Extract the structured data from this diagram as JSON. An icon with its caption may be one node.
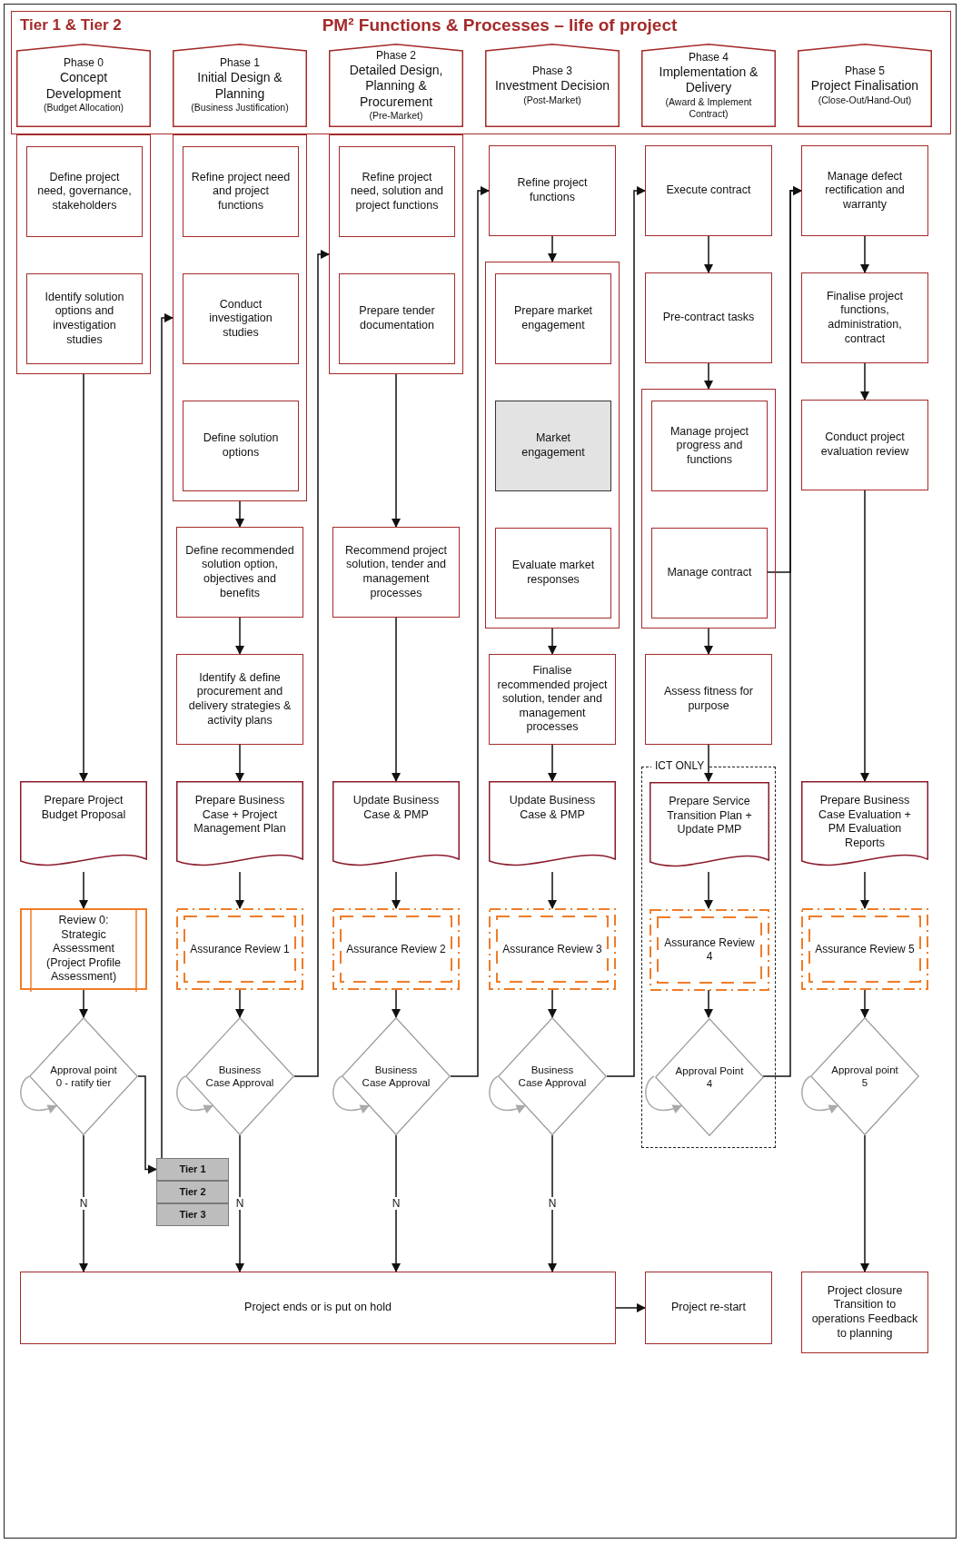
{
  "diagram": {
    "title": "PM² Functions & Processes – life of project",
    "labels": [
      "Tier 1 & Tier 2"
    ],
    "nodes": [
      {
        "text": [
          "Phase 0",
          "Concept Development",
          "(Budget Allocation)"
        ]
      },
      {
        "text": [
          "Phase 1",
          "Initial Design & Planning",
          "(Business Justification)"
        ]
      },
      {
        "text": [
          "Phase 2",
          "Detailed Design, Planning & Procurement",
          "(Pre-Market)"
        ]
      },
      {
        "text": [
          "Phase 3",
          "Investment Decision",
          "(Post-Market)"
        ]
      },
      {
        "text": [
          "Phase 4",
          "Implementation & Delivery",
          "(Award & Implement Contract)"
        ]
      },
      {
        "text": [
          "Phase 5",
          "Project Finalisation",
          "(Close-Out/Hand-Out)"
        ]
      },
      {
        "text": [],
        "shape": "box"
      },
      {
        "text": [
          "Define project need, governance, stakeholders"
        ],
        "in": 6
      },
      {
        "text": [
          "Identify solution options and investigation studies"
        ],
        "in": 6
      },
      {
        "text": [
          "Prepare Project Budget Proposal"
        ]
      },
      {
        "text": [
          "Review 0: Strategic Assessment (Project Profile Assessment)"
        ]
      },
      {
        "text": [
          "Approval point 0 - ratify tier"
        ]
      },
      {
        "text": [
          "Tier 1"
        ]
      },
      {
        "text": [
          "Tier 2"
        ]
      },
      {
        "text": [
          "Tier 3"
        ]
      },
      {
        "text": [],
        "shape": "box"
      },
      {
        "text": [
          "Refine project need and project functions"
        ],
        "in": 15
      },
      {
        "text": [
          "Conduct investigation studies"
        ],
        "in": 15
      },
      {
        "text": [
          "Define solution options"
        ],
        "in": 15
      },
      {
        "text": [
          "Define recommended solution option, objectives and benefits"
        ]
      },
      {
        "text": [
          "Identify & define procurement and delivery strategies & activity plans"
        ]
      },
      {
        "text": [
          "Prepare Business Case + Project Management Plan"
        ]
      },
      {
        "text": [
          "Assurance Review 1"
        ]
      },
      {
        "text": [
          "Business Case Approval"
        ]
      },
      {
        "text": [],
        "shape": "box"
      },
      {
        "text": [
          "Refine project need, solution and project functions"
        ],
        "in": 24
      },
      {
        "text": [
          "Prepare tender documentation"
        ],
        "in": 24
      },
      {
        "text": [
          "Recommend project solution, tender and management processes"
        ]
      },
      {
        "text": [
          "Update Business Case & PMP"
        ]
      },
      {
        "text": [
          "Assurance Review 2"
        ]
      },
      {
        "text": [
          "Business Case Approval"
        ]
      },
      {
        "text": [
          "Refine project functions"
        ]
      },
      {
        "text": [],
        "shape": "box"
      },
      {
        "text": [
          "Prepare market engagement"
        ],
        "in": 32
      },
      {
        "text": [
          "Market engagement"
        ],
        "in": 32
      },
      {
        "text": [
          "Evaluate market responses"
        ],
        "in": 32
      },
      {
        "text": [
          "Finalise recommended project solution, tender and management processes"
        ]
      },
      {
        "text": [
          "Update Business Case & PMP"
        ]
      },
      {
        "text": [
          "Assurance Review 3"
        ]
      },
      {
        "text": [
          "Business Case Approval"
        ]
      },
      {
        "text": [
          "Execute contract"
        ]
      },
      {
        "text": [
          "Pre-contract tasks"
        ]
      },
      {
        "text": [],
        "shape": "box"
      },
      {
        "text": [
          "Manage project progress and functions"
        ],
        "in": 42
      },
      {
        "text": [
          "Manage contract"
        ],
        "in": 42
      },
      {
        "text": [
          "Assess fitness for purpose"
        ]
      },
      {
        "text": [
          "ICT ONLY"
        ]
      },
      {
        "text": [
          "Prepare Service Transition Plan + Update PMP"
        ],
        "in": 46
      },
      {
        "text": [
          "Assurance Review 4"
        ],
        "in": 46
      },
      {
        "text": [
          "Approval Point 4"
        ],
        "in": 46
      },
      {
        "text": [
          "Manage defect rectification and warranty"
        ]
      },
      {
        "text": [
          "Finalise project functions, administration, contract"
        ]
      },
      {
        "text": [
          "Conduct project evaluation review"
        ]
      },
      {
        "text": [
          "Prepare Business Case Evaluation + PM Evaluation Reports"
        ]
      },
      {
        "text": [
          "Assurance Review 5"
        ]
      },
      {
        "text": [
          "Approval point 5"
        ]
      },
      {
        "text": [
          "Project closure Transition to operations Feedback to planning"
        ]
      },
      {
        "text": [
          "Project ends or is put on hold"
        ]
      },
      {
        "text": [
          "Project re-start"
        ]
      }
    ],
    "edges": [
      {
        "from": 6,
        "to": 9,
        "arrow": "to"
      },
      {
        "from": 9,
        "to": 10,
        "arrow": "to"
      },
      {
        "from": 10,
        "to": 11,
        "arrow": "to"
      },
      {
        "from": 11,
        "to": 11,
        "arrow": "to",
        "color": "#aaaaaa"
      },
      {
        "from": 11,
        "to": 12,
        "arrow": "to"
      },
      {
        "from": 11,
        "to": 57,
        "arrow": "to",
        "label": "N"
      },
      {
        "from": 12,
        "to": 15,
        "arrow": "to"
      },
      {
        "from": 15,
        "to": 19,
        "arrow": "to"
      },
      {
        "from": 19,
        "to": 20,
        "arrow": "to"
      },
      {
        "from": 20,
        "to": 21,
        "arrow": "to"
      },
      {
        "from": 21,
        "to": 22,
        "arrow": "to"
      },
      {
        "from": 22,
        "to": 23,
        "arrow": "to"
      },
      {
        "from": 23,
        "to": 23,
        "arrow": "to",
        "color": "#aaaaaa"
      },
      {
        "from": 23,
        "to": 57,
        "arrow": "to",
        "label": "N"
      },
      {
        "from": 23,
        "to": 24,
        "arrow": "to"
      },
      {
        "from": 24,
        "to": 27,
        "arrow": "to"
      },
      {
        "from": 27,
        "to": 28,
        "arrow": "to"
      },
      {
        "from": 28,
        "to": 29,
        "arrow": "to"
      },
      {
        "from": 29,
        "to": 30,
        "arrow": "to"
      },
      {
        "from": 30,
        "to": 30,
        "arrow": "to",
        "color": "#aaaaaa"
      },
      {
        "from": 30,
        "to": 57,
        "arrow": "to",
        "label": "N"
      },
      {
        "from": 30,
        "to": 31,
        "arrow": "to"
      },
      {
        "from": 31,
        "to": 32,
        "arrow": "to"
      },
      {
        "from": 32,
        "to": 36,
        "arrow": "to"
      },
      {
        "from": 36,
        "to": 37,
        "arrow": "to"
      },
      {
        "from": 37,
        "to": 38,
        "arrow": "to"
      },
      {
        "from": 38,
        "to": 39,
        "arrow": "to"
      },
      {
        "from": 39,
        "to": 39,
        "arrow": "to",
        "color": "#aaaaaa"
      },
      {
        "from": 39,
        "to": 57,
        "arrow": "to",
        "label": "N"
      },
      {
        "from": 39,
        "to": 40,
        "arrow": "to"
      },
      {
        "from": 40,
        "to": 41,
        "arrow": "to"
      },
      {
        "from": 41,
        "to": 42,
        "arrow": "to"
      },
      {
        "from": 42,
        "to": 45,
        "arrow": "to"
      },
      {
        "from": 45,
        "to": 47,
        "arrow": "to"
      },
      {
        "from": 47,
        "to": 48,
        "arrow": "to"
      },
      {
        "from": 48,
        "to": 49,
        "arrow": "to"
      },
      {
        "from": 49,
        "to": 49,
        "arrow": "to",
        "color": "#aaaaaa"
      },
      {
        "from": 49,
        "to": 50,
        "arrow": "to"
      },
      {
        "from": 44,
        "to": 50,
        "arrow": "to"
      },
      {
        "from": 50,
        "to": 51,
        "arrow": "to"
      },
      {
        "from": 51,
        "to": 52,
        "arrow": "to"
      },
      {
        "from": 52,
        "to": 53,
        "arrow": "to"
      },
      {
        "from": 53,
        "to": 54,
        "arrow": "to"
      },
      {
        "from": 54,
        "to": 55,
        "arrow": "to"
      },
      {
        "from": 55,
        "to": 55,
        "arrow": "to",
        "color": "#aaaaaa"
      },
      {
        "from": 55,
        "to": 56,
        "arrow": "to"
      },
      {
        "from": 57,
        "to": 58,
        "arrow": "to"
      }
    ]
  }
}
